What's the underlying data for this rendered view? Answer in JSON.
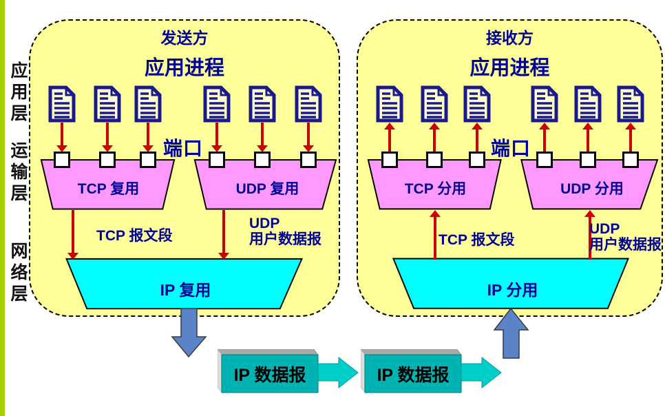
{
  "layers": {
    "application": "应用层",
    "transport": "运输层",
    "network": "网络层"
  },
  "sender": {
    "title": "发送方",
    "app_process_label": "应用进程",
    "port_label": "端口",
    "tcp_mux_label": "TCP 复用",
    "udp_mux_label": "UDP 复用",
    "tcp_segment_label": "TCP 报文段",
    "udp_datagram_line1": "UDP",
    "udp_datagram_line2": "用户数据报",
    "ip_mux_label": "IP 复用"
  },
  "receiver": {
    "title": "接收方",
    "app_process_label": "应用进程",
    "port_label": "端口",
    "tcp_demux_label": "TCP 分用",
    "udp_demux_label": "UDP 分用",
    "tcp_segment_label": "TCP 报文段",
    "udp_datagram_line1": "UDP",
    "udp_datagram_line2": "用户数据报",
    "ip_demux_label": "IP 分用"
  },
  "ip_datagram": {
    "box1_label": "IP 数据报",
    "box2_label": "IP 数据报"
  },
  "colors": {
    "panel_fill": "#FFFF99",
    "mux_trapezoid": "#FF99FF",
    "ip_trapezoid": "#00FFFF",
    "red_arrow": "#CC0000",
    "blue_arrow": "#5B84C8",
    "datagram_box": "#00B3B3",
    "datagram_arrow": "#00CEC8",
    "label_navy": "#000099",
    "doc_icon_navy": "#1A1A8C",
    "accent_bar": "#A6CE00"
  }
}
